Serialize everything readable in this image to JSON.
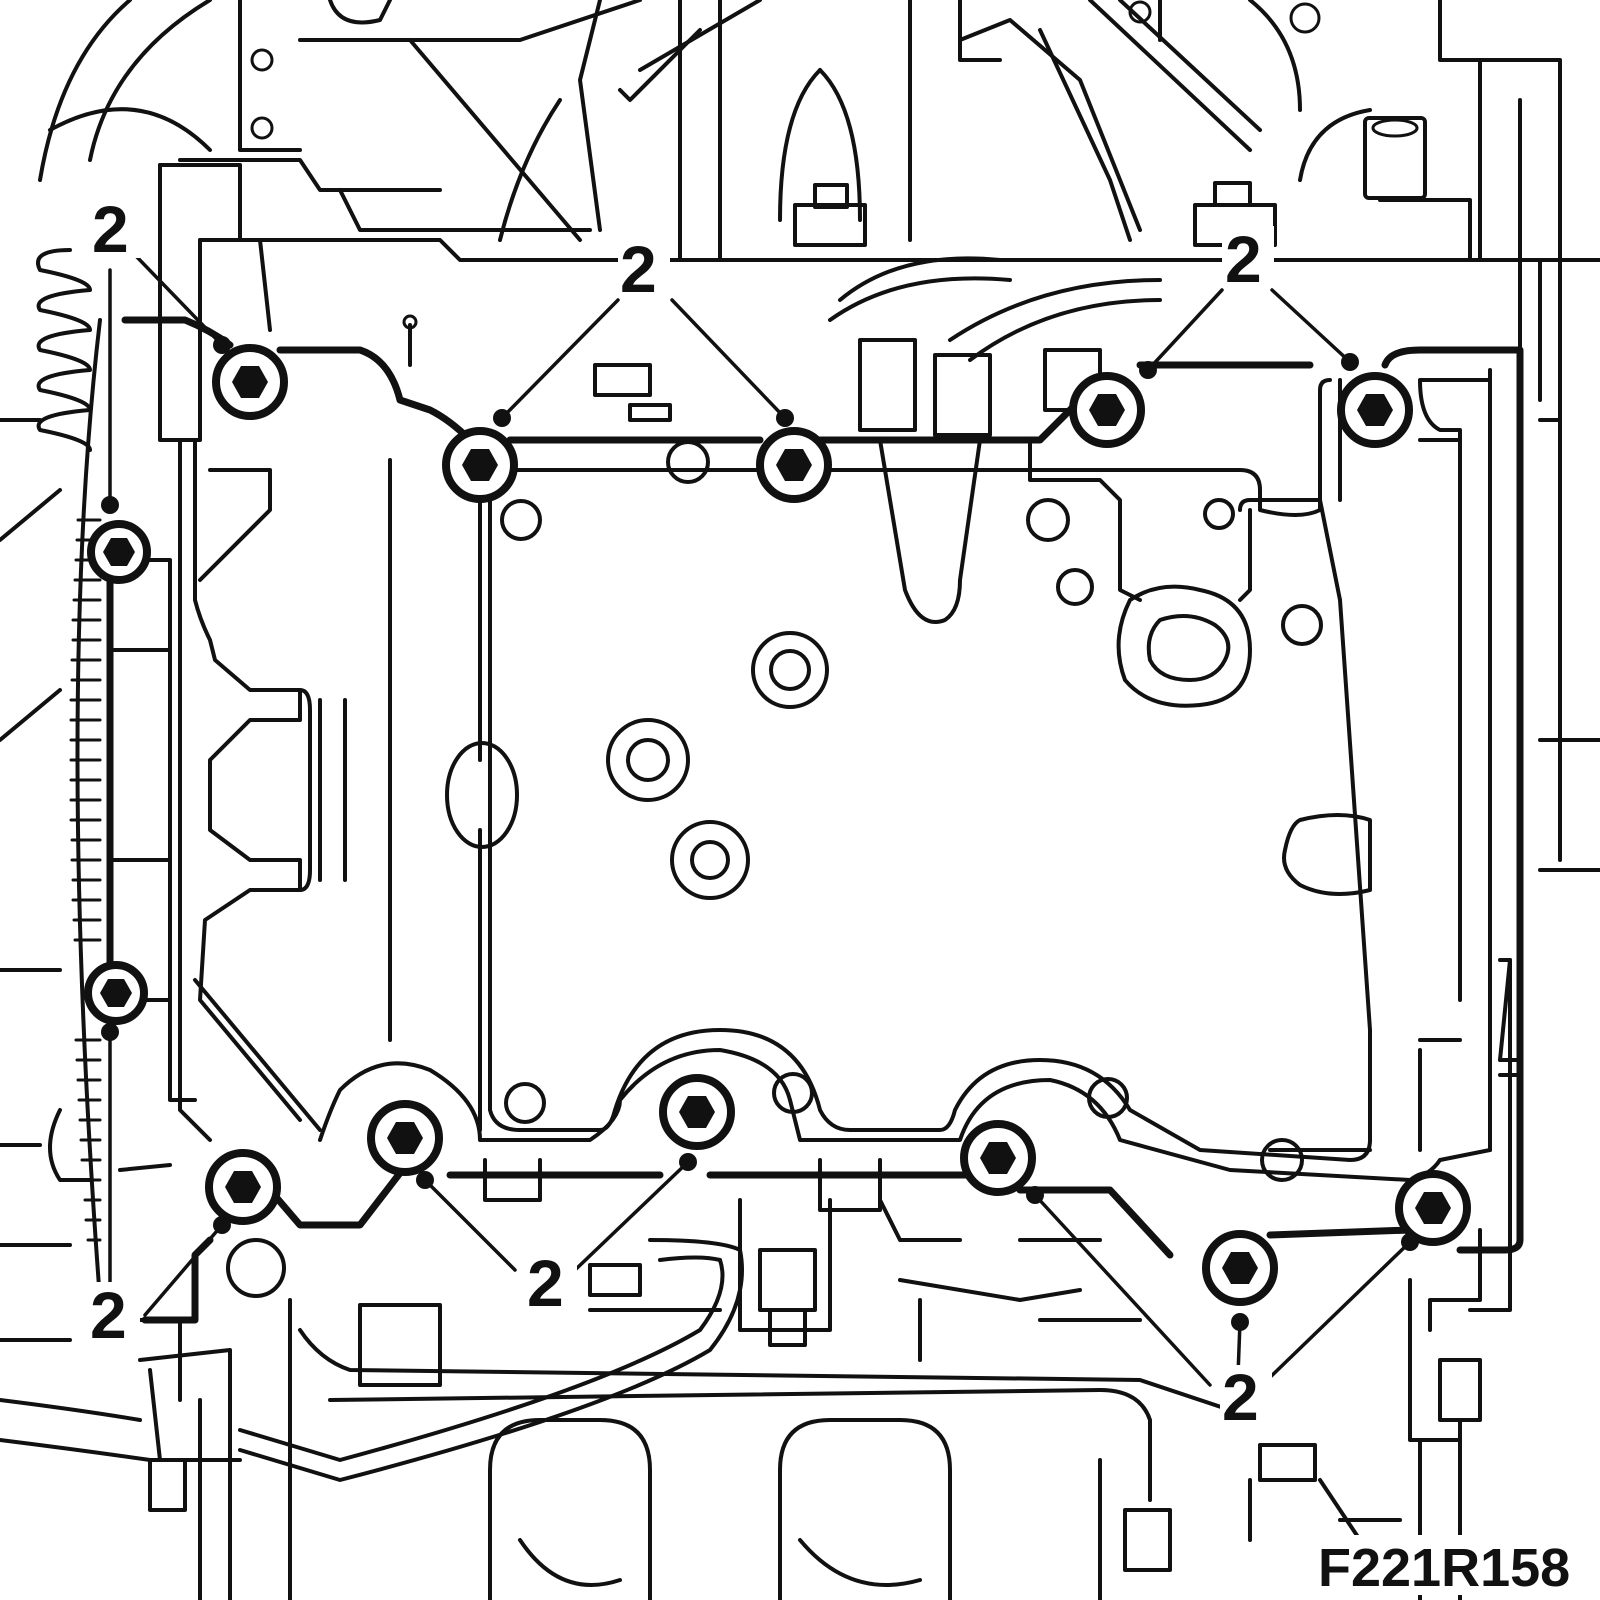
{
  "figure": {
    "code": "F221R158"
  },
  "callouts": [
    {
      "id": "c1",
      "label": "2"
    },
    {
      "id": "c2",
      "label": "2"
    },
    {
      "id": "c3",
      "label": "2"
    },
    {
      "id": "c4",
      "label": "2"
    },
    {
      "id": "c5",
      "label": "2"
    },
    {
      "id": "c6",
      "label": "2"
    }
  ]
}
